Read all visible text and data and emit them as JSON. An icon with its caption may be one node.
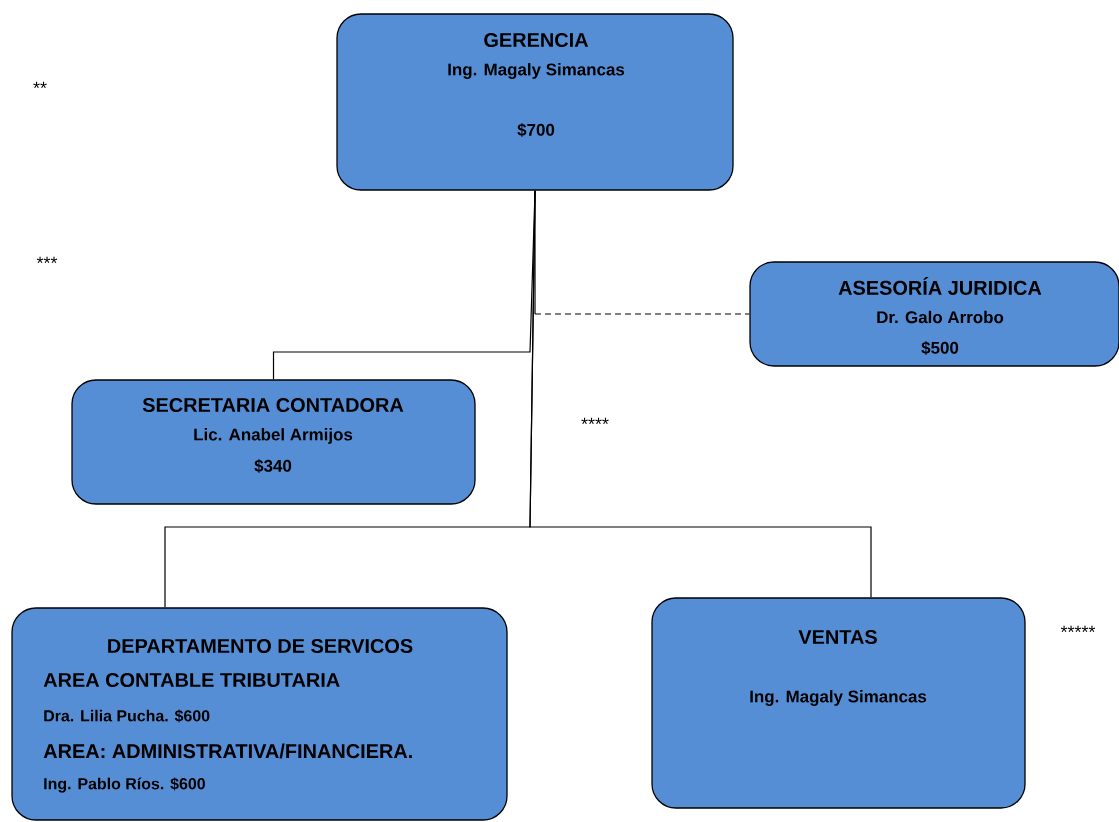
{
  "diagram": {
    "nodes": [
      {
        "text": [
          "GERENCIA",
          "Ing. Magaly Simancas",
          "$700"
        ]
      },
      {
        "text": [
          "ASESORÍA JURIDICA",
          "Dr. Galo Arrobo",
          "$500"
        ]
      },
      {
        "text": [
          "SECRETARIA CONTADORA",
          "Lic. Anabel Armijos",
          "$340"
        ]
      },
      {
        "text": [
          "DEPARTAMENTO DE SERVICOS",
          "AREA CONTABLE TRIBUTARIA",
          "Dra. Lilia Pucha. $600",
          "AREA:  ADMINISTRATIVA/FINANCIERA.",
          "Ing. Pablo Ríos. $600"
        ]
      },
      {
        "text": [
          "VENTAS",
          "Ing. Magaly Simancas"
        ]
      }
    ],
    "edges": [
      {
        "from": 0,
        "to": 1,
        "arrow": "none",
        "style": "dashed"
      },
      {
        "from": 0,
        "to": 2,
        "arrow": "none"
      },
      {
        "from": 0,
        "to": 3,
        "arrow": "none"
      },
      {
        "from": 0,
        "to": 4,
        "arrow": "none"
      }
    ],
    "labels": [
      "**",
      "***",
      "****",
      "*****"
    ]
  }
}
